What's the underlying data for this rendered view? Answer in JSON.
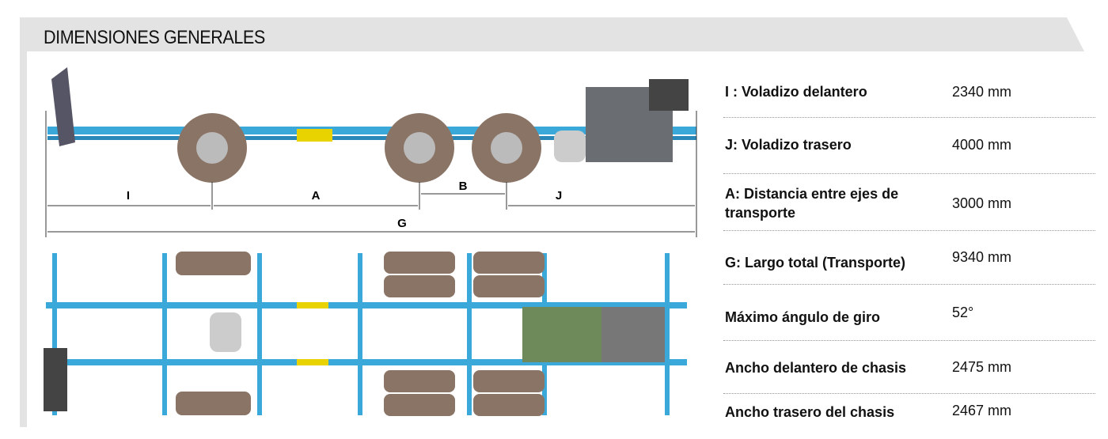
{
  "header": {
    "title": "DIMENSIONES GENERALES"
  },
  "diagram": {
    "labels": {
      "I": "I",
      "A": "A",
      "B": "B",
      "J": "J",
      "G": "G"
    }
  },
  "specs": [
    {
      "label": "I : Voladizo delantero",
      "value": "2340 mm"
    },
    {
      "label": "J: Voladizo trasero",
      "value": "4000 mm"
    },
    {
      "label": "A: Distancia entre ejes de transporte",
      "value": "3000 mm"
    },
    {
      "label": "G: Largo total (Transporte)",
      "value": "9340 mm"
    },
    {
      "label": "Máximo  ángulo de giro",
      "value": "52°"
    },
    {
      "label": "Ancho delantero de chasis",
      "value": "2475 mm"
    },
    {
      "label": "Ancho trasero del chasis",
      "value": "2467 mm"
    }
  ],
  "colors": {
    "frame": "#3aa8d8",
    "accent": "#e8d200",
    "tire": "#8a7466"
  }
}
